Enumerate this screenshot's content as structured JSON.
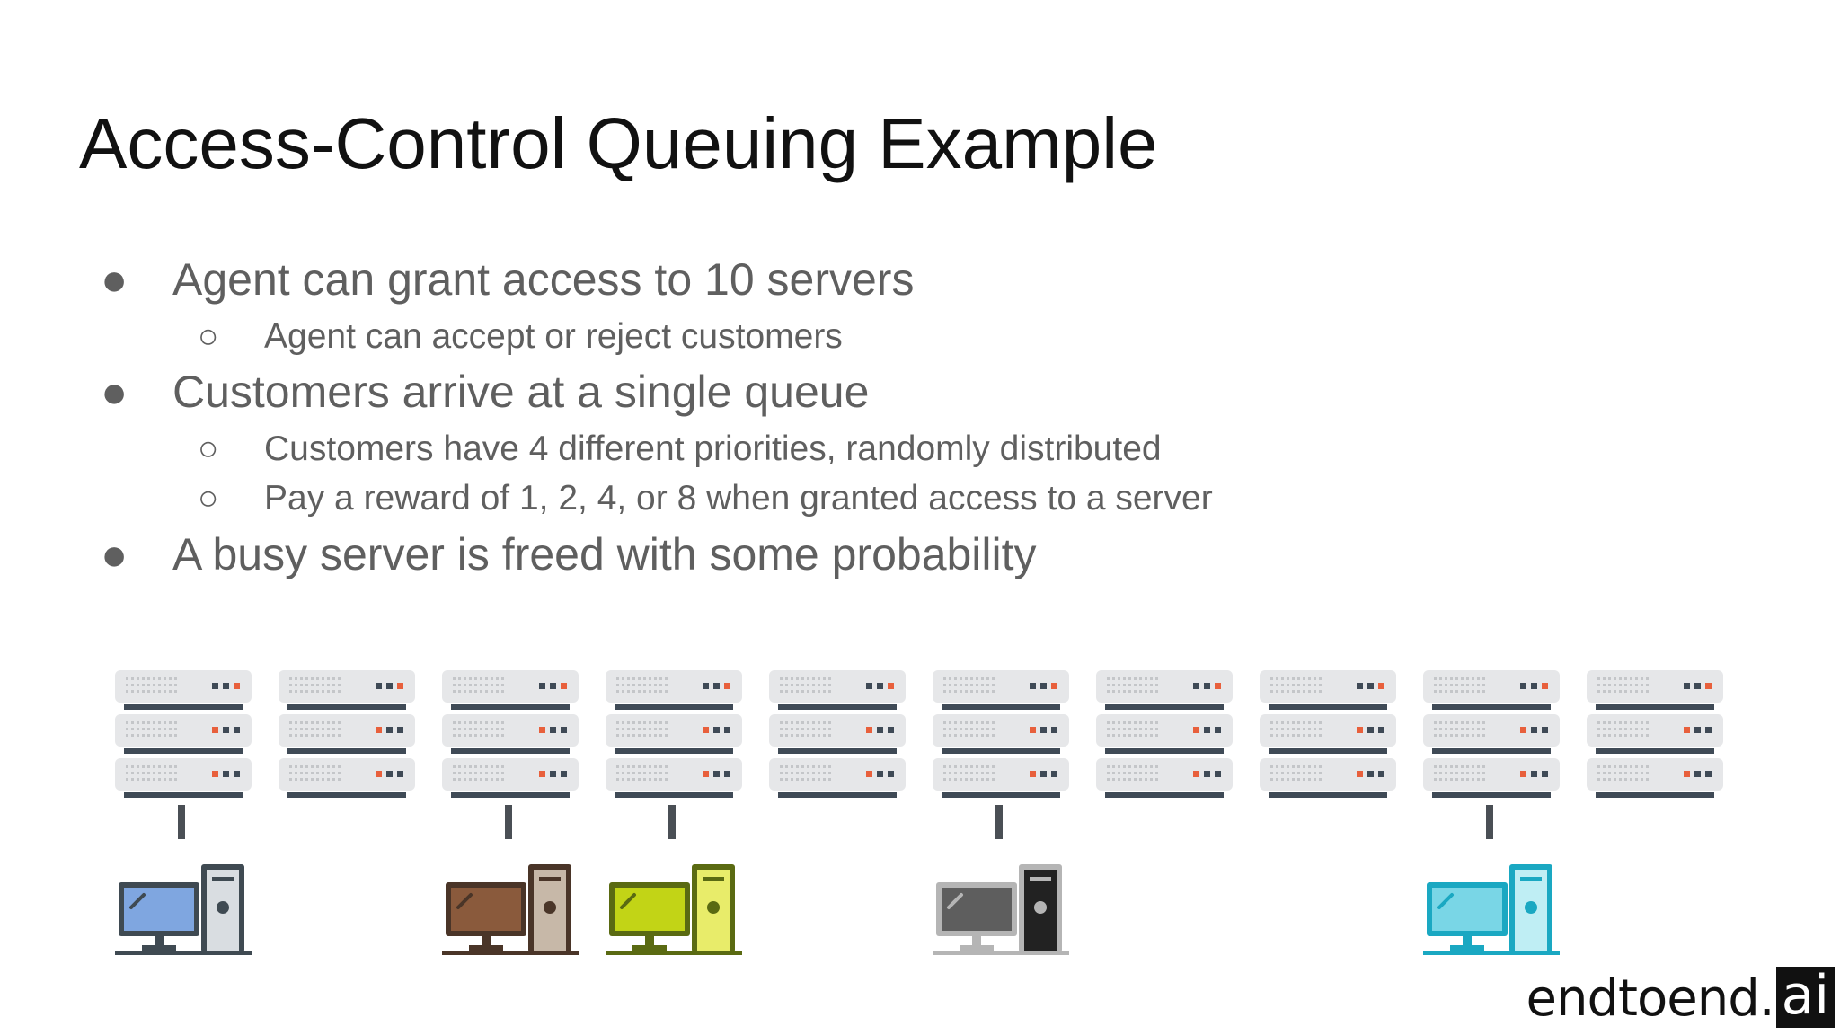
{
  "slide": {
    "title": "Access-Control Queuing Example",
    "bullets": [
      {
        "level": 1,
        "text": "Agent can grant access to 10 servers"
      },
      {
        "level": 2,
        "text": "Agent can accept or reject customers"
      },
      {
        "level": 1,
        "text": "Customers arrive at a single queue"
      },
      {
        "level": 2,
        "text": "Customers have 4 different priorities, randomly distributed"
      },
      {
        "level": 2,
        "text": "Pay a reward of 1, 2, 4, or 8 when granted access to a server"
      },
      {
        "level": 1,
        "text": "A busy server is freed with some probability"
      }
    ],
    "bullet_marks": {
      "level1": "●",
      "level2": "○"
    }
  },
  "servers": [
    {
      "connected": true,
      "customer": "blue"
    },
    {
      "connected": false,
      "customer": null
    },
    {
      "connected": true,
      "customer": "brown"
    },
    {
      "connected": true,
      "customer": "yellow-green"
    },
    {
      "connected": false,
      "customer": null
    },
    {
      "connected": true,
      "customer": "gray"
    },
    {
      "connected": false,
      "customer": null
    },
    {
      "connected": false,
      "customer": null
    },
    {
      "connected": true,
      "customer": "cyan"
    },
    {
      "connected": false,
      "customer": null
    }
  ],
  "customer_colors": {
    "blue": {
      "screen": "#7fa6e0",
      "tower": "#d9dde1",
      "outline": "#3f4a52"
    },
    "brown": {
      "screen": "#8a5a3c",
      "tower": "#c7b8a8",
      "outline": "#4a3528"
    },
    "yellow-green": {
      "screen": "#c2d416",
      "tower": "#e8ec6a",
      "outline": "#5a6a12"
    },
    "gray": {
      "screen": "#5e5e5e",
      "tower": "#222222",
      "outline": "#b5b5b5"
    },
    "cyan": {
      "screen": "#79d6e6",
      "tower": "#bfeef4",
      "outline": "#1aa8c2"
    }
  },
  "server_colors": {
    "body": "#e6e7e9",
    "bar": "#3f4a56",
    "led": "#3f4a56",
    "led_active": "#e8603c",
    "vent": "#c4c6c9"
  },
  "brand": {
    "word": "endtoend.",
    "box": "ai"
  }
}
